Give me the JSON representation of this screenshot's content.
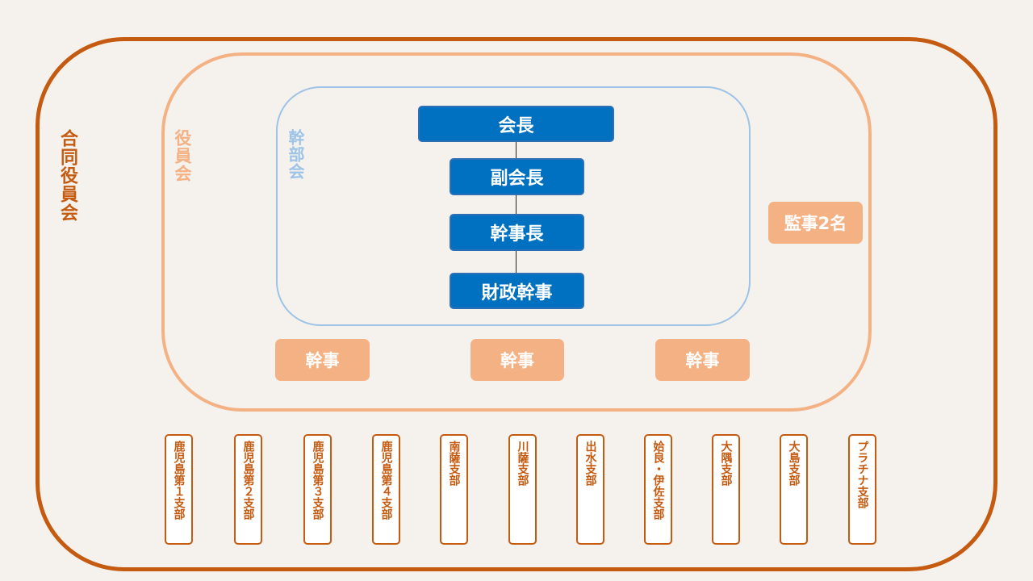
{
  "frames": {
    "joint_board": "合同役員会",
    "board": "役員会",
    "executive": "幹部会"
  },
  "positions": {
    "president": "会長",
    "vice_president": "副会長",
    "chief_director": "幹事長",
    "finance_director": "財政幹事"
  },
  "directors": [
    "幹事",
    "幹事",
    "幹事"
  ],
  "auditor": "監事2名",
  "branches": [
    "鹿児島第１支部",
    "鹿児島第２支部",
    "鹿児島第３支部",
    "鹿児島第４支部",
    "南薩支部",
    "川薩支部",
    "出水支部",
    "姶良・伊佐支部",
    "大隅支部",
    "大島支部",
    "プラチナ支部"
  ],
  "colors": {
    "joint_board": "#c55a11",
    "board": "#f4b183",
    "executive": "#9dc3e6",
    "position_box": "#0070c0",
    "background": "#f5f2ee"
  }
}
